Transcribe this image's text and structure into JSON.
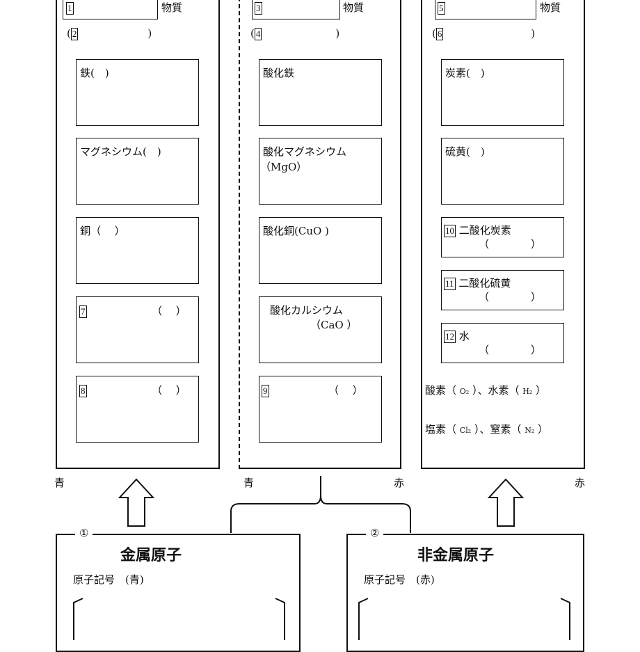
{
  "columns": [
    {
      "header_num": "1",
      "header_suffix": "物質",
      "sub_num": "2",
      "items": [
        {
          "text": "鉄(　)"
        },
        {
          "text": "マグネシウム(　)"
        },
        {
          "text": "銅（　 ）"
        },
        {
          "num": "7",
          "paren": "（　 ）"
        },
        {
          "num": "8",
          "paren": "（　 ）"
        }
      ],
      "footer_left": "青"
    },
    {
      "header_num": "3",
      "header_suffix": "物質",
      "sub_num": "4",
      "items": [
        {
          "text": "酸化鉄"
        },
        {
          "text": "酸化マグネシウム",
          "text2": "（MgO）"
        },
        {
          "text": "酸化銅(CuO )"
        },
        {
          "text": "酸化カルシウム",
          "text2": "（CaO ）"
        },
        {
          "num": "9",
          "paren": "（　 ）"
        }
      ],
      "footer_left": "青",
      "footer_right": "赤"
    },
    {
      "header_num": "5",
      "header_suffix": "物質",
      "sub_num": "6",
      "items": [
        {
          "text": "炭素(　)"
        },
        {
          "text": "硫黄(　)"
        },
        {
          "num": "10",
          "text": "二酸化炭素",
          "paren": "（　　　　）"
        },
        {
          "num": "11",
          "text": "二酸化硫黄",
          "paren": "（　　　　）"
        },
        {
          "num": "12",
          "text": "水",
          "paren": "（　　　　）"
        }
      ],
      "extra": [
        {
          "a": "酸素（ ",
          "s": "O₂",
          "b": " ）、水素（ ",
          "s2": "H₂",
          "c": " ）"
        },
        {
          "a": "塩素（ ",
          "s": "Cl₂",
          "b": " ）、窒素（ ",
          "s2": "N₂",
          "c": " ）"
        }
      ],
      "footer_right": "赤"
    }
  ],
  "groups": [
    {
      "circle": "①",
      "title": "金属原子",
      "symbol_label": "原子記号　(青)"
    },
    {
      "circle": "②",
      "title": "非金属原子",
      "symbol_label": "原子記号　(赤)"
    }
  ]
}
